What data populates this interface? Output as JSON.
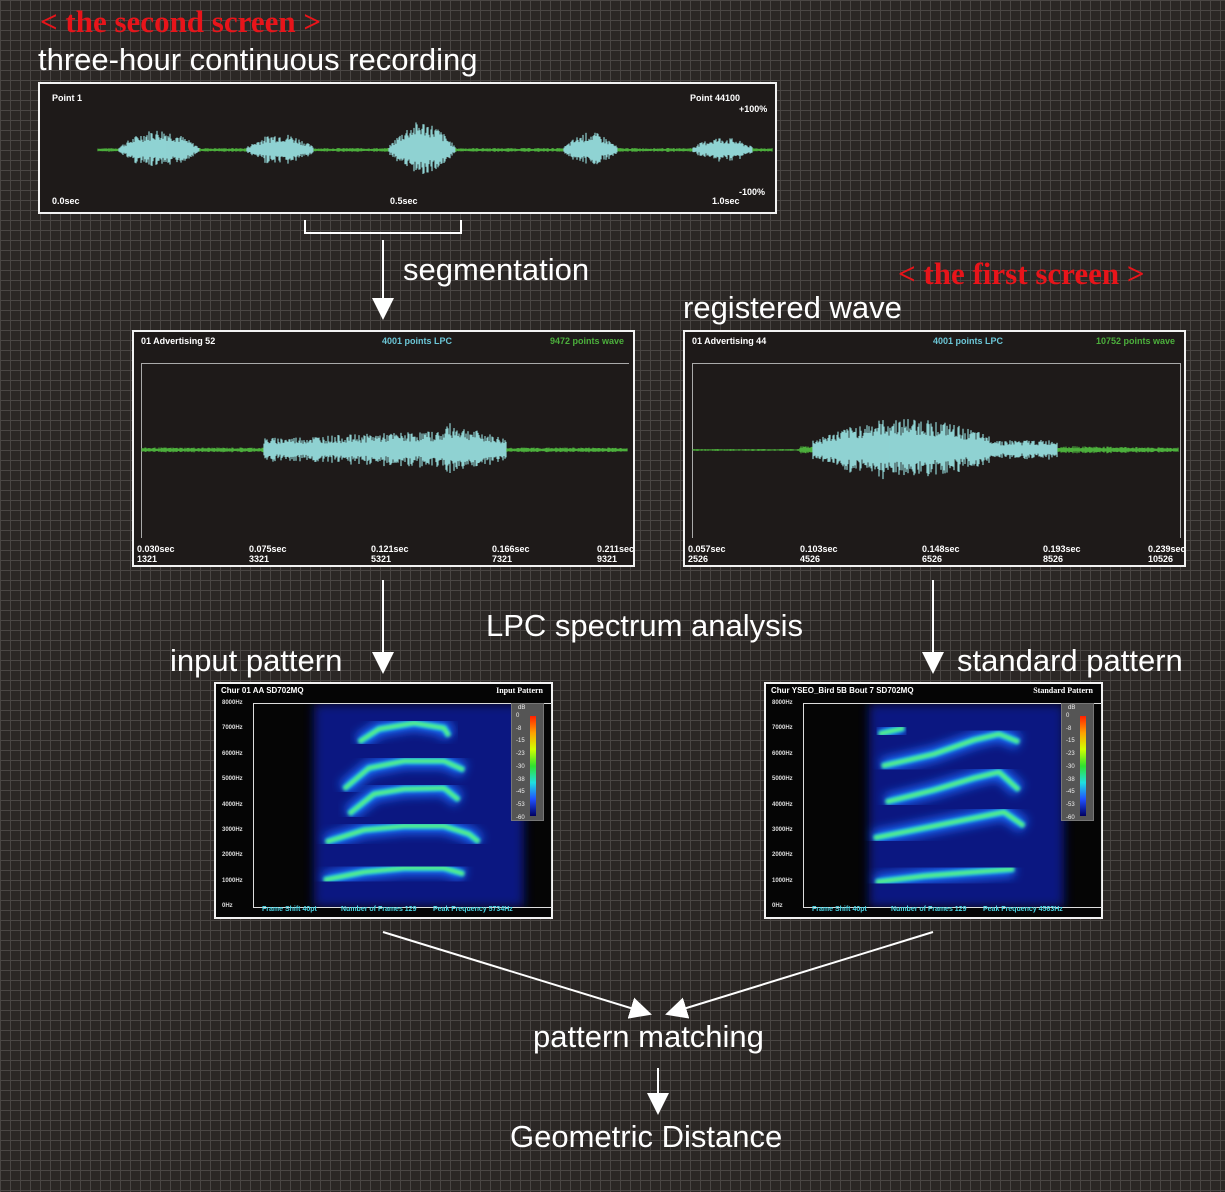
{
  "headings": {
    "second_screen": "< the second screen >",
    "recording": "three-hour continuous recording",
    "segmentation": "segmentation",
    "first_screen": "< the first screen >",
    "registered_wave": "registered wave",
    "lpc": "LPC spectrum analysis",
    "input_pattern": "input pattern",
    "standard_pattern": "standard pattern",
    "pattern_matching": "pattern matching",
    "geometric_distance": "Geometric Distance"
  },
  "top_wave": {
    "point_start": "Point 1",
    "point_end": "Point 44100",
    "amp_max": "+100%",
    "amp_min": "-100%",
    "ticks": [
      "0.0sec",
      "0.5sec",
      "1.0sec"
    ]
  },
  "segment_wave": {
    "title": "01 Advertising 52",
    "lpc": "4001 points LPC",
    "wave": "9472 points wave",
    "ticks": [
      {
        "time": "0.030sec",
        "point": "1321"
      },
      {
        "time": "0.075sec",
        "point": "3321"
      },
      {
        "time": "0.121sec",
        "point": "5321"
      },
      {
        "time": "0.166sec",
        "point": "7321"
      },
      {
        "time": "0.211sec",
        "point": "9321"
      }
    ]
  },
  "registered_wave_panel": {
    "title": "01 Advertising 44",
    "lpc": "4001 points LPC",
    "wave": "10752 points wave",
    "ticks": [
      {
        "time": "0.057sec",
        "point": "2526"
      },
      {
        "time": "0.103sec",
        "point": "4526"
      },
      {
        "time": "0.148sec",
        "point": "6526"
      },
      {
        "time": "0.193sec",
        "point": "8526"
      },
      {
        "time": "0.239sec",
        "point": "10526"
      }
    ]
  },
  "input_spec": {
    "title": "Chur 01 AA SD702MQ",
    "label": "Input Pattern",
    "yticks": [
      "8000Hz",
      "7000Hz",
      "6000Hz",
      "5000Hz",
      "4000Hz",
      "3000Hz",
      "2000Hz",
      "1000Hz",
      "0Hz"
    ],
    "db_unit": "dB",
    "db_ticks": [
      "0",
      "-8",
      "-15",
      "-23",
      "-30",
      "-38",
      "-45",
      "-53",
      "-60"
    ],
    "frame_shift": "Frame Shift 40pt",
    "frames": "Number of Frames 129",
    "peak": "Peak Frequency 5734Hz"
  },
  "standard_spec": {
    "title": "Chur YSEO_Bird 5B Bout 7 SD702MQ",
    "label": "Standard Pattern",
    "yticks": [
      "8000Hz",
      "7000Hz",
      "6000Hz",
      "5000Hz",
      "4000Hz",
      "3000Hz",
      "2000Hz",
      "1000Hz",
      "0Hz"
    ],
    "db_unit": "dB",
    "db_ticks": [
      "0",
      "-8",
      "-15",
      "-23",
      "-30",
      "-38",
      "-45",
      "-53",
      "-60"
    ],
    "frame_shift": "Frame Shift 40pt",
    "frames": "Number of Frames 129",
    "peak": "Peak Frequency 4563Hz"
  },
  "colors": {
    "accent_red": "#e8141a",
    "wave_cyan": "#8fd3d3",
    "wave_green": "#4caf3c",
    "lpc_text": "#6cc6d6",
    "wave_text": "#4caf3c"
  }
}
